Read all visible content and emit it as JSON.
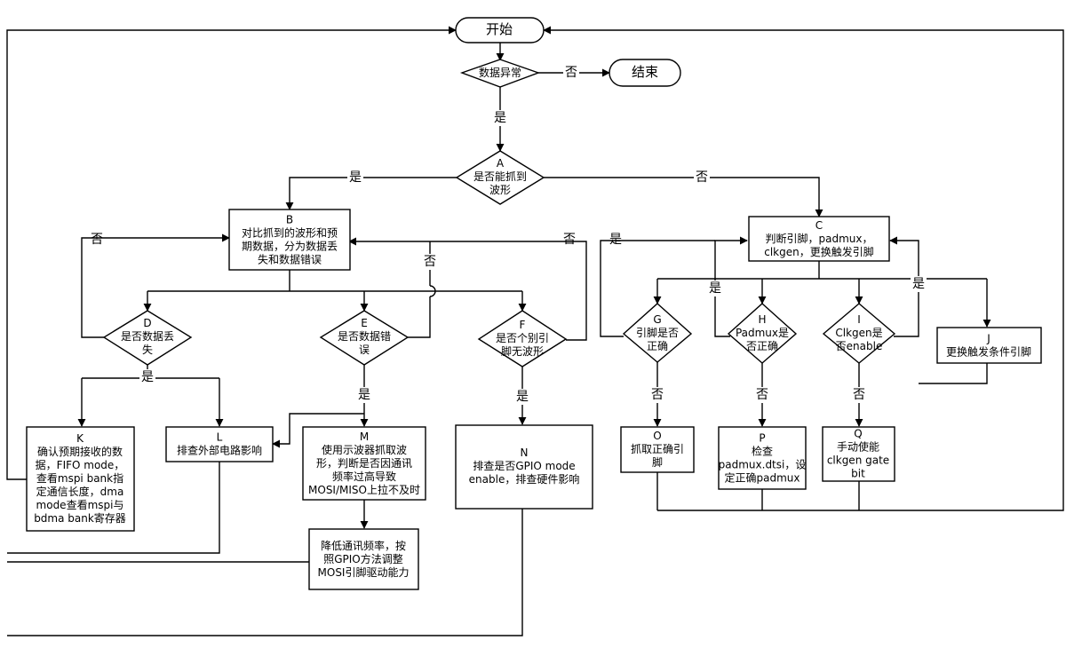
{
  "nodes": {
    "start": {
      "lines": [
        "开始"
      ]
    },
    "end": {
      "lines": [
        "结束"
      ]
    },
    "abnormal": {
      "lines": [
        "数据异常"
      ]
    },
    "A": {
      "lines": [
        "A",
        "是否能抓到",
        "波形"
      ]
    },
    "B": {
      "lines": [
        "B",
        "对比抓到的波形和预",
        "期数据，分为数据丢",
        "失和数据错误"
      ]
    },
    "C": {
      "lines": [
        "C",
        "判断引脚，padmux，",
        "clkgen，更换触发引脚"
      ]
    },
    "D": {
      "lines": [
        "D",
        "是否数据丢",
        "失"
      ]
    },
    "E": {
      "lines": [
        "E",
        "是否数据错",
        "误"
      ]
    },
    "F": {
      "lines": [
        "F",
        "是否个别引",
        "脚无波形"
      ]
    },
    "G": {
      "lines": [
        "G",
        "引脚是否",
        "正确"
      ]
    },
    "H": {
      "lines": [
        "H",
        "Padmux是",
        "否正确"
      ]
    },
    "I": {
      "lines": [
        "I",
        "Clkgen是",
        "否enable"
      ]
    },
    "J": {
      "lines": [
        "J",
        "更换触发条件引脚"
      ]
    },
    "K": {
      "lines": [
        "K",
        "确认预期接收的数",
        "据，FIFO mode，",
        "查看mspi bank指",
        "定通信长度，dma",
        "mode查看mspi与",
        "bdma bank寄存器"
      ]
    },
    "L": {
      "lines": [
        "L",
        "排查外部电路影响"
      ]
    },
    "M": {
      "lines": [
        "M",
        "使用示波器抓取波",
        "形，判断是否因通讯",
        "频率过高导致",
        "MOSI/MISO上拉不及时"
      ]
    },
    "N": {
      "lines": [
        "N",
        "排查是否GPIO mode",
        "enable，排查硬件影响"
      ]
    },
    "O": {
      "lines": [
        "O",
        "抓取正确引",
        "脚"
      ]
    },
    "P": {
      "lines": [
        "P",
        "检查",
        "padmux.dtsi，设",
        "定正确padmux"
      ]
    },
    "Q": {
      "lines": [
        "Q",
        "手动使能",
        "clkgen gate",
        "bit"
      ]
    },
    "R": {
      "lines": [
        "降低通讯频率，按",
        "照GPIO方法调整",
        "MOSI引脚驱动能力"
      ]
    }
  },
  "edge_labels": {
    "yes": "是",
    "no": "否"
  }
}
